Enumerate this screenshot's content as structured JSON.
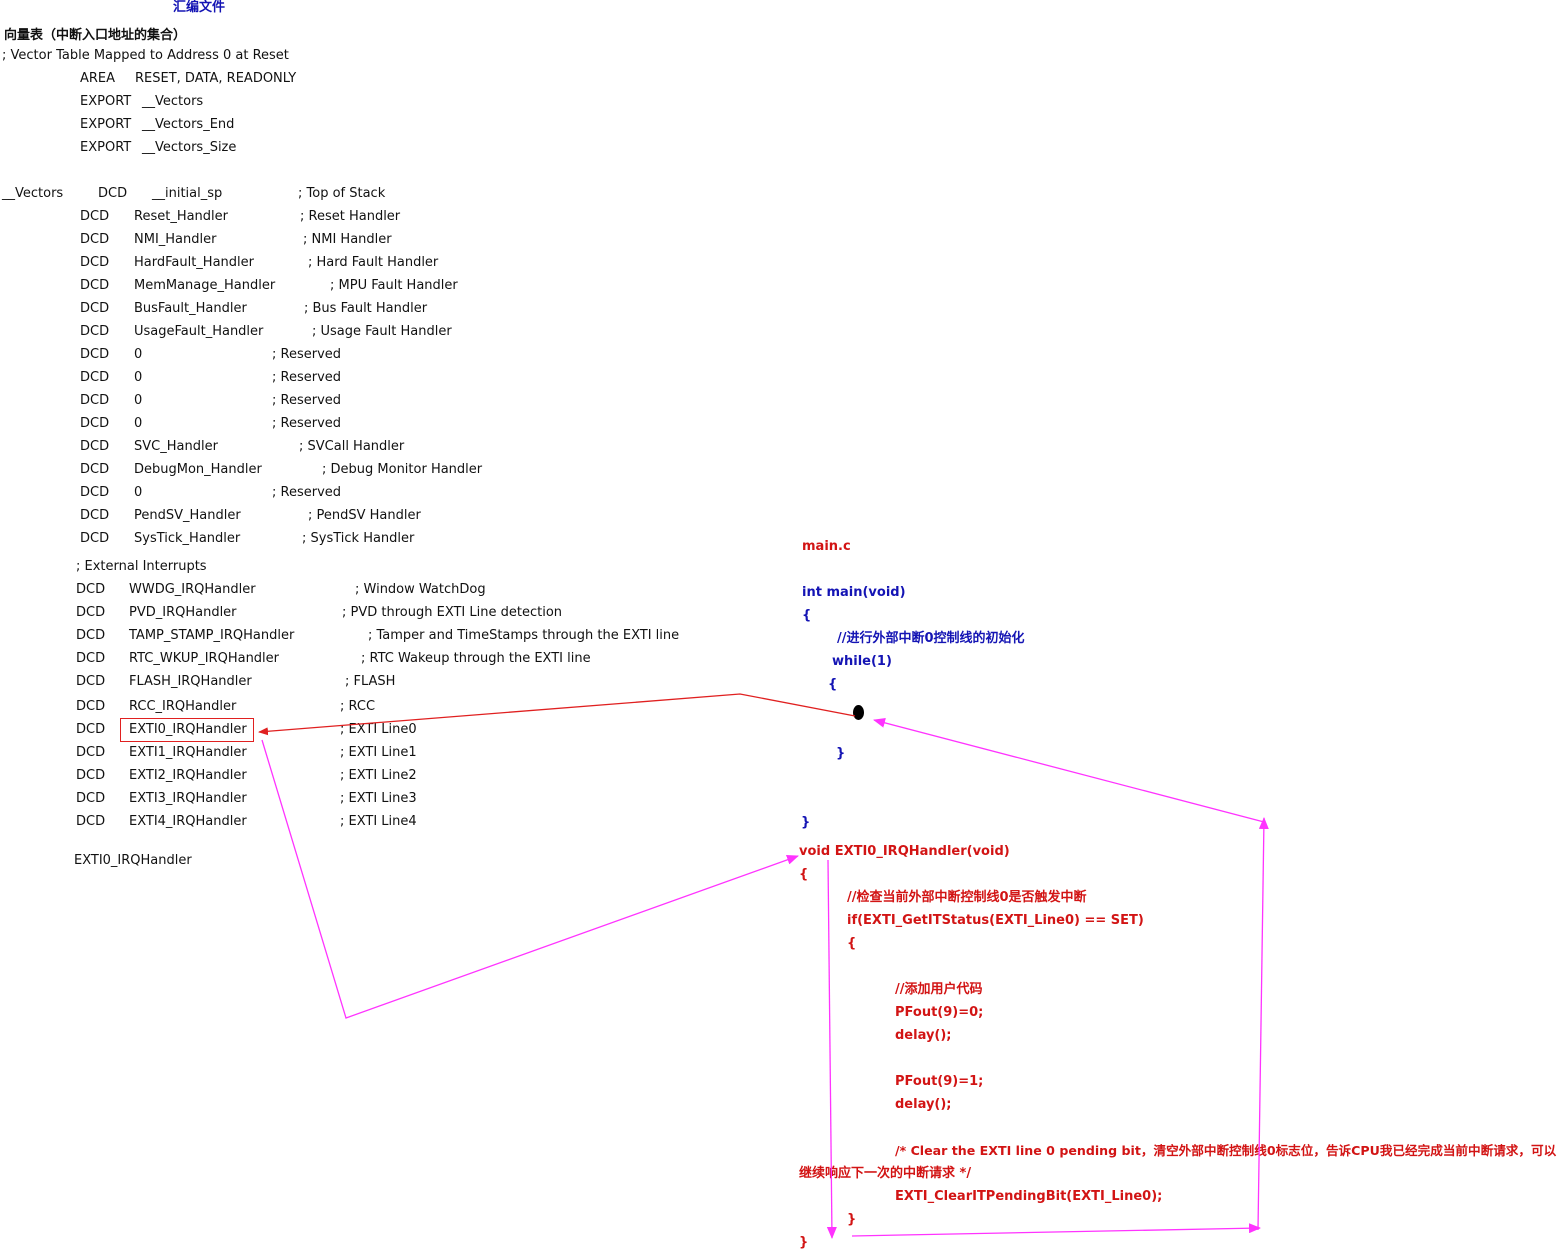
{
  "asm": {
    "title": "汇编文件",
    "vector_heading": "向量表（中断入口地址的集合）",
    "vector_comment": "; Vector Table Mapped to Address 0 at Reset",
    "area_lines": [
      {
        "op": "AREA",
        "arg": "RESET, DATA, READONLY"
      },
      {
        "op": "EXPORT",
        "arg": "__Vectors"
      },
      {
        "op": "EXPORT",
        "arg": "__Vectors_End"
      },
      {
        "op": "EXPORT",
        "arg": "__Vectors_Size"
      }
    ],
    "vectors_label": "__Vectors",
    "vector_rows": [
      {
        "op": "DCD",
        "handler": "__initial_sp",
        "comment": "; Top of Stack"
      },
      {
        "op": "DCD",
        "handler": "Reset_Handler",
        "comment": "; Reset Handler"
      },
      {
        "op": "DCD",
        "handler": "NMI_Handler",
        "comment": "; NMI Handler"
      },
      {
        "op": "DCD",
        "handler": "HardFault_Handler",
        "comment": "; Hard Fault Handler"
      },
      {
        "op": "DCD",
        "handler": "MemManage_Handler",
        "comment": "; MPU Fault Handler"
      },
      {
        "op": "DCD",
        "handler": "BusFault_Handler",
        "comment": "; Bus Fault Handler"
      },
      {
        "op": "DCD",
        "handler": "UsageFault_Handler",
        "comment": "; Usage Fault Handler"
      },
      {
        "op": "DCD",
        "handler": "0",
        "comment": "; Reserved"
      },
      {
        "op": "DCD",
        "handler": "0",
        "comment": "; Reserved"
      },
      {
        "op": "DCD",
        "handler": "0",
        "comment": "; Reserved"
      },
      {
        "op": "DCD",
        "handler": "0",
        "comment": "; Reserved"
      },
      {
        "op": "DCD",
        "handler": "SVC_Handler",
        "comment": "; SVCall Handler"
      },
      {
        "op": "DCD",
        "handler": "DebugMon_Handler",
        "comment": "; Debug Monitor Handler"
      },
      {
        "op": "DCD",
        "handler": "0",
        "comment": "; Reserved"
      },
      {
        "op": "DCD",
        "handler": "PendSV_Handler",
        "comment": "; PendSV Handler"
      },
      {
        "op": "DCD",
        "handler": "SysTick_Handler",
        "comment": "; SysTick Handler"
      }
    ],
    "external_comment": "; External Interrupts",
    "external_rows": [
      {
        "op": "DCD",
        "handler": "WWDG_IRQHandler",
        "comment": "; Window WatchDog"
      },
      {
        "op": "DCD",
        "handler": "PVD_IRQHandler",
        "comment": "; PVD through EXTI Line detection"
      },
      {
        "op": "DCD",
        "handler": "TAMP_STAMP_IRQHandler",
        "comment": "; Tamper and TimeStamps through the EXTI line"
      },
      {
        "op": "DCD",
        "handler": "RTC_WKUP_IRQHandler",
        "comment": "; RTC Wakeup through the EXTI line"
      },
      {
        "op": "DCD",
        "handler": "FLASH_IRQHandler",
        "comment": "; FLASH"
      },
      {
        "op": "DCD",
        "handler": "RCC_IRQHandler",
        "comment": "; RCC"
      },
      {
        "op": "DCD",
        "handler": "EXTI0_IRQHandler",
        "comment": "; EXTI Line0"
      },
      {
        "op": "DCD",
        "handler": "EXTI1_IRQHandler",
        "comment": "; EXTI Line1"
      },
      {
        "op": "DCD",
        "handler": "EXTI2_IRQHandler",
        "comment": "; EXTI Line2"
      },
      {
        "op": "DCD",
        "handler": "EXTI3_IRQHandler",
        "comment": "; EXTI Line3"
      },
      {
        "op": "DCD",
        "handler": "EXTI4_IRQHandler",
        "comment": "; EXTI Line4"
      }
    ],
    "handler_label": "EXTI0_IRQHandler"
  },
  "main_c": {
    "filename": "main.c",
    "signature": "int main(void)",
    "open_brace": "{",
    "init_comment": "//进行外部中断0控制线的初始化",
    "while_line": "while(1)",
    "while_open": "{",
    "while_close": "}",
    "close_brace": "}",
    "handler_signature": "void EXTI0_IRQHandler(void)",
    "handler_open": "{",
    "check_comment": "//检查当前外部中断控制线0是否触发中断",
    "if_line": "if(EXTI_GetITStatus(EXTI_Line0) == SET)",
    "if_open": "{",
    "user_comment": "//添加用户代码",
    "pfout0": "PFout(9)=0;",
    "delay1": "delay();",
    "pfout1": "PFout(9)=1;",
    "delay2": "delay();",
    "clear_comment_1": "/* Clear the EXTI line 0 pending bit，清空外部中断控制线0标志位，告诉CPU我已经完成当前中断请求，可以",
    "clear_comment_2": "继续响应下一次的中断请求 */",
    "clear_call": "EXTI_ClearITPendingBit(EXTI_Line0);",
    "if_close": "}",
    "handler_close": "}"
  },
  "colors": {
    "code_blue": "#1414b4",
    "code_red": "#d21414",
    "arrow_red": "#e02020",
    "arrow_magenta": "#ff33ff"
  }
}
